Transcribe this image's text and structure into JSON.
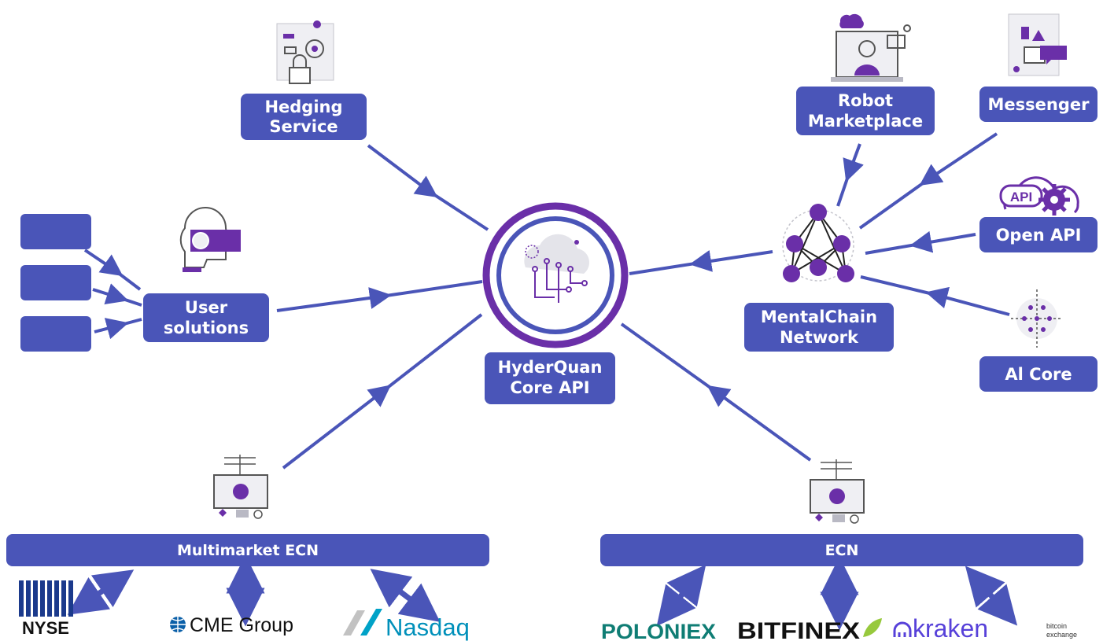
{
  "colors": {
    "box": "#4a55b8",
    "arrow": "#4a55b8",
    "accent": "#6a2fa8",
    "icon_gray": "#b9b9c4",
    "poloniex": "#0f7d74",
    "bitfinex_leaf": "#97c93d",
    "nasdaq": "#0090ba",
    "cme": "#0a5fa8",
    "kraken": "#5741d9"
  },
  "nodes": {
    "hedging": [
      "Hedging",
      "Service"
    ],
    "robot": [
      "Robot",
      "Marketplace"
    ],
    "messenger": "Messenger",
    "open_api": "Open API",
    "ai_core": "Al Core",
    "mentalchain": [
      "MentalChain",
      "Network"
    ],
    "user_solutions": [
      "User",
      "solutions"
    ],
    "core": [
      "HyderQuan",
      "Core API"
    ],
    "multimarket_ecn": "Multimarket ECN",
    "ecn": "ECN"
  },
  "icons": {
    "hedging": "safe-lock-icon",
    "robot": "robot-marketplace-icon",
    "messenger": "messenger-icon",
    "open_api": "api-cloud-gear-icon",
    "api_badge": "API",
    "ai_core": "ai-chip-icon",
    "mentalchain": "neural-network-icon",
    "user_solutions": "user-head-icon",
    "core": "cloud-circuit-icon",
    "ecn": "server-monitor-icon"
  },
  "logos": {
    "nyse": "NYSE",
    "cme": "CME Group",
    "nasdaq": "Nasdaq",
    "poloniex": "POLONIEX",
    "bitfinex": "BITFINEX",
    "kraken": "kraken",
    "kraken_sub": [
      "bitcoin",
      "exchange"
    ]
  }
}
